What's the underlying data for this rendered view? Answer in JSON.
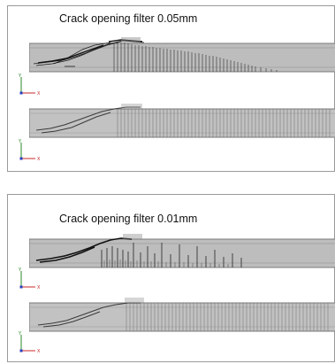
{
  "panels": [
    {
      "title": "Crack opening filter 0.05mm",
      "axis": {
        "vertical_label": "Y",
        "horizontal_label": "X"
      }
    },
    {
      "title": "Crack opening filter 0.01mm",
      "axis": {
        "vertical_label": "Y",
        "horizontal_label": "X"
      }
    }
  ],
  "colors": {
    "beam_fill": "#bcbcbc",
    "beam_edge": "#7a7a7a",
    "crack_dark": "#151515",
    "crack_mid": "#555555",
    "axis_y": "#2a8a2a",
    "axis_x": "#c8282a",
    "axis_origin": "#2a3fc0"
  }
}
